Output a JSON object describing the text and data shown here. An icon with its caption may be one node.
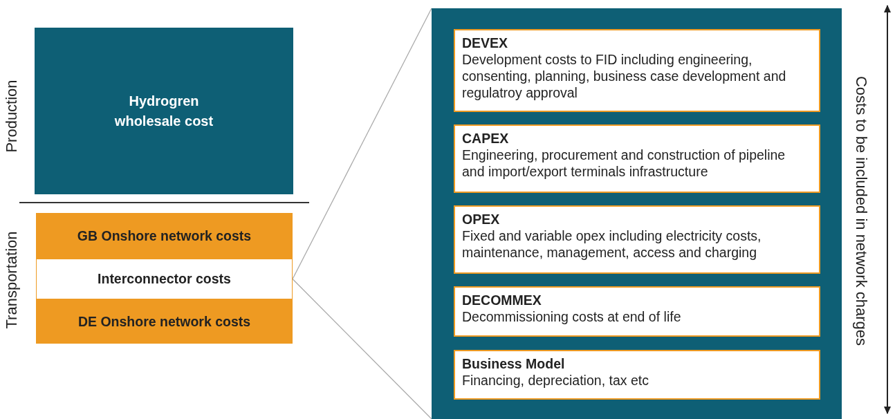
{
  "diagram": {
    "nodes": [
      {
        "text": [
          "Hydrogren wholesale cost"
        ]
      },
      {
        "text": [
          "GB Onshore network costs"
        ]
      },
      {
        "text": [
          "Interconnector costs"
        ]
      },
      {
        "text": [
          "DE Onshore network costs"
        ]
      },
      {
        "text": [],
        "shape": "box"
      },
      {
        "text": [
          "DEVEX",
          "Development costs to FID including engineering, consenting, planning, business case development and regulatroy approval"
        ],
        "in": 4
      },
      {
        "text": [
          "CAPEX",
          "Engineering, procurement and construction of pipeline and import/export terminals infrastructure"
        ],
        "in": 4
      },
      {
        "text": [
          "OPEX",
          "Fixed and variable opex including electricity costs, maintenance, management, access and charging"
        ],
        "in": 4
      },
      {
        "text": [
          "DECOMMEX",
          "Decommissioning costs at end of life"
        ],
        "in": 4
      },
      {
        "text": [
          "Business Model",
          "Financing, depreciation, tax etc"
        ],
        "in": 4
      }
    ],
    "edges": [
      {
        "from": 2,
        "to": 4,
        "arrow": "none"
      },
      {
        "from": 2,
        "to": 4,
        "arrow": "none"
      }
    ],
    "labels": [
      "Production",
      "Transportation",
      "Costs to be included in network charges"
    ]
  }
}
